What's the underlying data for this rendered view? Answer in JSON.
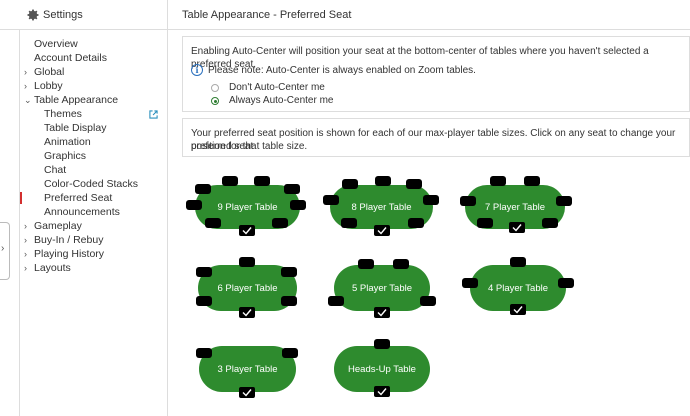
{
  "header": {
    "settings_title": "Settings",
    "page_title": "Table Appearance - Preferred Seat"
  },
  "sidebar": {
    "items": [
      {
        "label": "Overview"
      },
      {
        "label": "Account Details"
      },
      {
        "label": "Global"
      },
      {
        "label": "Lobby"
      },
      {
        "label": "Table Appearance"
      },
      {
        "label": "Themes"
      },
      {
        "label": "Table Display"
      },
      {
        "label": "Animation"
      },
      {
        "label": "Graphics"
      },
      {
        "label": "Chat"
      },
      {
        "label": "Color-Coded Stacks"
      },
      {
        "label": "Preferred Seat"
      },
      {
        "label": "Announcements"
      },
      {
        "label": "Gameplay"
      },
      {
        "label": "Buy-In / Rebuy"
      },
      {
        "label": "Playing History"
      },
      {
        "label": "Layouts"
      }
    ]
  },
  "autocenter": {
    "description": "Enabling Auto-Center will position your seat at the bottom-center of tables where you haven't selected a preferred seat.",
    "note": "Please note: Auto-Center is always enabled on Zoom tables.",
    "options": [
      {
        "label": "Don't Auto-Center me",
        "selected": false
      },
      {
        "label": "Always Auto-Center me",
        "selected": true
      }
    ]
  },
  "preferred": {
    "description_line1": "Your preferred seat position is shown for each of our max-player table sizes. Click on any seat to change your preferred seat",
    "description_line2": "position for that table size."
  },
  "tables": [
    {
      "label": "9 Player Table"
    },
    {
      "label": "8 Player Table"
    },
    {
      "label": "7 Player Table"
    },
    {
      "label": "6 Player Table"
    },
    {
      "label": "5 Player Table"
    },
    {
      "label": "4 Player Table"
    },
    {
      "label": "3 Player Table"
    },
    {
      "label": "Heads-Up Table"
    }
  ],
  "colors": {
    "felt": "#2e8b2e",
    "seat": "#000000",
    "active_marker": "#d32f2f"
  }
}
